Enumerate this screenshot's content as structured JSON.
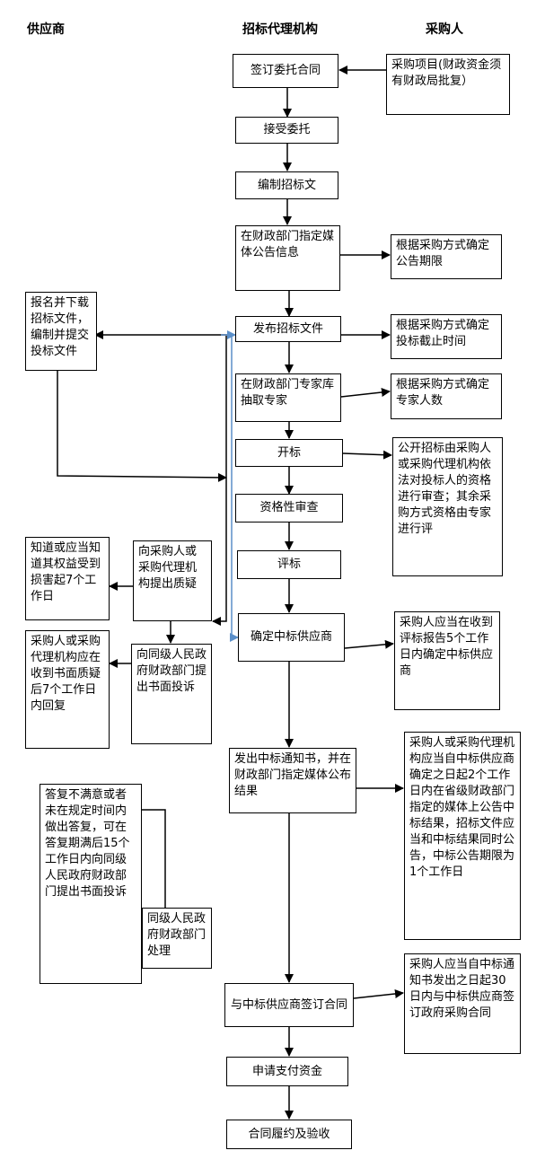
{
  "headers": {
    "supplier": "供应商",
    "agency": "招标代理机构",
    "purchaser": "采购人"
  },
  "boxes": {
    "sign_entrust": "签订委托合同",
    "purchase_project": "采购项目(财政资金须有财政局批复）",
    "accept_entrust": "接受委托",
    "compile_tender": "编制招标文",
    "publish_info": "在财政部门指定媒体公告信息",
    "notice_period": "根据采购方式确定公告期限",
    "register": "报名并下载招标文件，编制并提交投标文件",
    "issue_tender": "发布招标文件",
    "bid_deadline": "根据采购方式确定投标截止时间",
    "draw_experts": "在财政部门专家库抽取专家",
    "expert_count": "根据采购方式确定专家人数",
    "bid_opening": "开标",
    "qualification_note": "公开招标由采购人或采购代理机构依法对投标人的资格进行审查；其余采购方式资格由专家进行评",
    "qualification_review": "资格性审查",
    "evaluation": "评标",
    "know_rights": "知道或应当知道其权益受到损害起7个工作日",
    "raise_question": "向采购人或采购代理机构提出质疑",
    "determine_winner": "确定中标供应商",
    "winner_note": "采购人应当在收到评标报告5个工作日内确定中标供应商",
    "reply_7days": "采购人或采购代理机构应在收到书面质疑后7个工作日内回复",
    "complain_gov": "向同级人民政府财政部门提出书面投诉",
    "issue_notice": "发出中标通知书，并在财政部门指定媒体公布结果",
    "announce_note": "采购人或采购代理机构应当自中标供应商确定之日起2个工作日内在省级财政部门指定的媒体上公告中标结果，招标文件应当和中标结果同时公告，中标公告期限为1个工作日",
    "unsatisfied": "答复不满意或者未在规定时间内做出答复，可在答复期满后15个工作日内向同级人民政府财政部门提出书面投诉",
    "gov_handle": "同级人民政府财政部门处理",
    "sign_contract": "与中标供应商签订合同",
    "contract_note": "采购人应当自中标通知书发出之日起30日内与中标供应商签订政府采购合同",
    "apply_payment": "申请支付资金",
    "acceptance": "合同履约及验收"
  }
}
